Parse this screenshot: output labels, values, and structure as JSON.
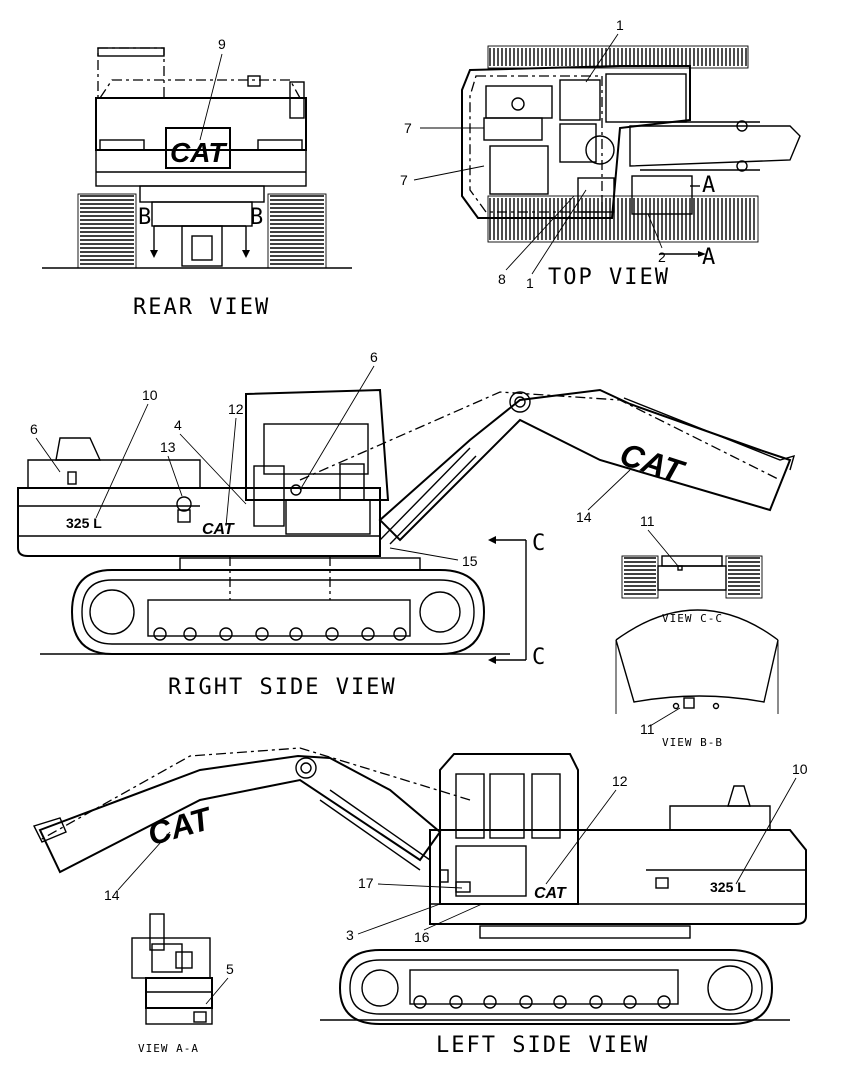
{
  "views": {
    "rear": "REAR VIEW",
    "top": "TOP VIEW",
    "right_side": "RIGHT SIDE VIEW",
    "left_side": "LEFT SIDE VIEW",
    "view_cc": "VIEW C-C",
    "view_bb": "VIEW B-B",
    "view_aa": "VIEW A-A"
  },
  "section_letters": {
    "a1": "A",
    "a2": "A",
    "b1": "B",
    "b2": "B",
    "c1": "C",
    "c2": "C"
  },
  "brand": "CAT",
  "model": "325 L",
  "callouts": {
    "rear_9": "9",
    "top_1a": "1",
    "top_7a": "7",
    "top_7b": "7",
    "top_8": "8",
    "top_1b": "1",
    "top_2": "2",
    "right_6a": "6",
    "right_10": "10",
    "right_4": "4",
    "right_12": "12",
    "right_6b": "6",
    "right_13": "13",
    "right_14": "14",
    "right_15": "15",
    "cc_11": "11",
    "bb_11": "11",
    "left_12": "12",
    "left_10": "10",
    "left_17": "17",
    "left_14": "14",
    "left_3": "3",
    "left_16": "16",
    "aa_5": "5"
  }
}
